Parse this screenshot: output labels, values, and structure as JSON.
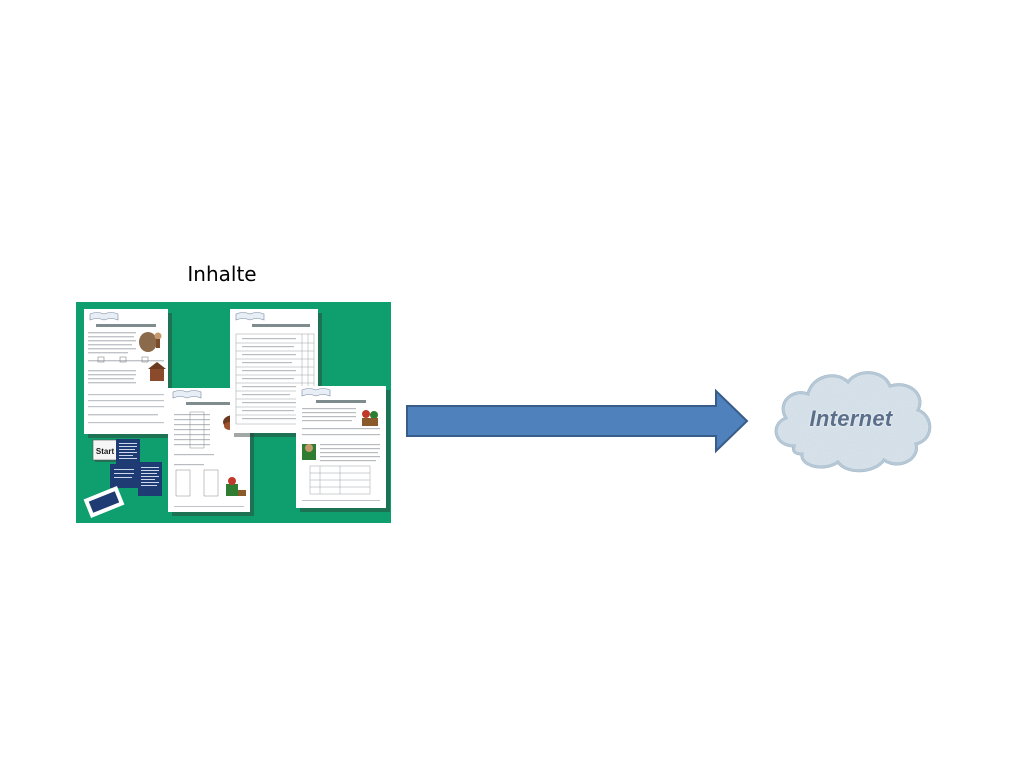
{
  "slide": {
    "heading": "Inhalte",
    "cloud_label": "Internet",
    "collage_label": "Start"
  },
  "colors": {
    "collage_background": "#0f9e6e",
    "arrow_fill": "#4f81bd",
    "arrow_stroke": "#385d8a",
    "cloud_fill": "#dbe6ee",
    "cloud_stroke": "#9fb6c8",
    "cloud_text": "#5b6f8a"
  },
  "icons": {
    "arrow": "right-arrow-icon",
    "cloud": "cloud-icon"
  }
}
